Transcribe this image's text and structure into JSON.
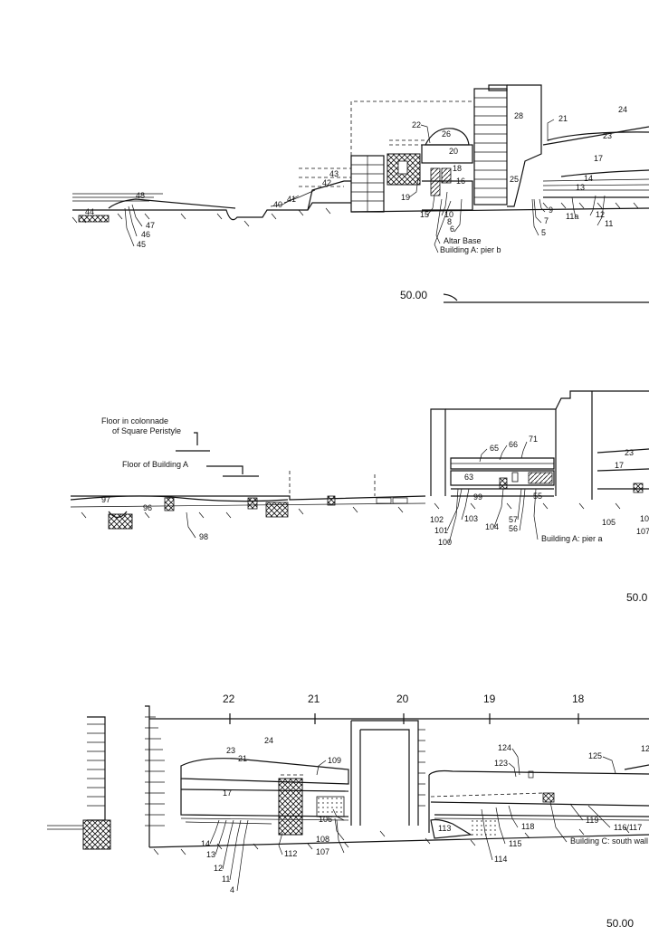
{
  "section1": {
    "labels": [
      "24",
      "28",
      "21",
      "23",
      "17",
      "22",
      "26",
      "20",
      "18",
      "14",
      "13",
      "12",
      "11",
      "11a",
      "9",
      "7",
      "5",
      "25",
      "10",
      "8",
      "6",
      "16",
      "15",
      "19",
      "43",
      "42",
      "41",
      "40",
      "48",
      "47",
      "46",
      "45",
      "44"
    ],
    "notes": [
      "Altar Base",
      "Building A: pier b"
    ],
    "datum": "50.00"
  },
  "section2": {
    "labels": [
      "71",
      "66",
      "65",
      "63",
      "99",
      "57",
      "55",
      "104",
      "56",
      "103",
      "101",
      "102",
      "100",
      "97",
      "96",
      "98",
      "23",
      "17",
      "105",
      "10",
      "107"
    ],
    "notes": [
      "Floor in colonnade",
      "of Square Peristyle",
      "Floor of Building A",
      "Building A: pier a"
    ],
    "datum": "50.0"
  },
  "section3": {
    "grid": [
      "22",
      "21",
      "20",
      "19",
      "18"
    ],
    "labels": [
      "24",
      "23",
      "21",
      "109",
      "17",
      "106",
      "108",
      "107",
      "112",
      "14",
      "13",
      "12",
      "11",
      "4",
      "124",
      "123",
      "125",
      "12",
      "113",
      "118",
      "115",
      "114",
      "119",
      "116/117"
    ],
    "notes": [
      "Building C: south wall"
    ],
    "datum": "50.00"
  }
}
